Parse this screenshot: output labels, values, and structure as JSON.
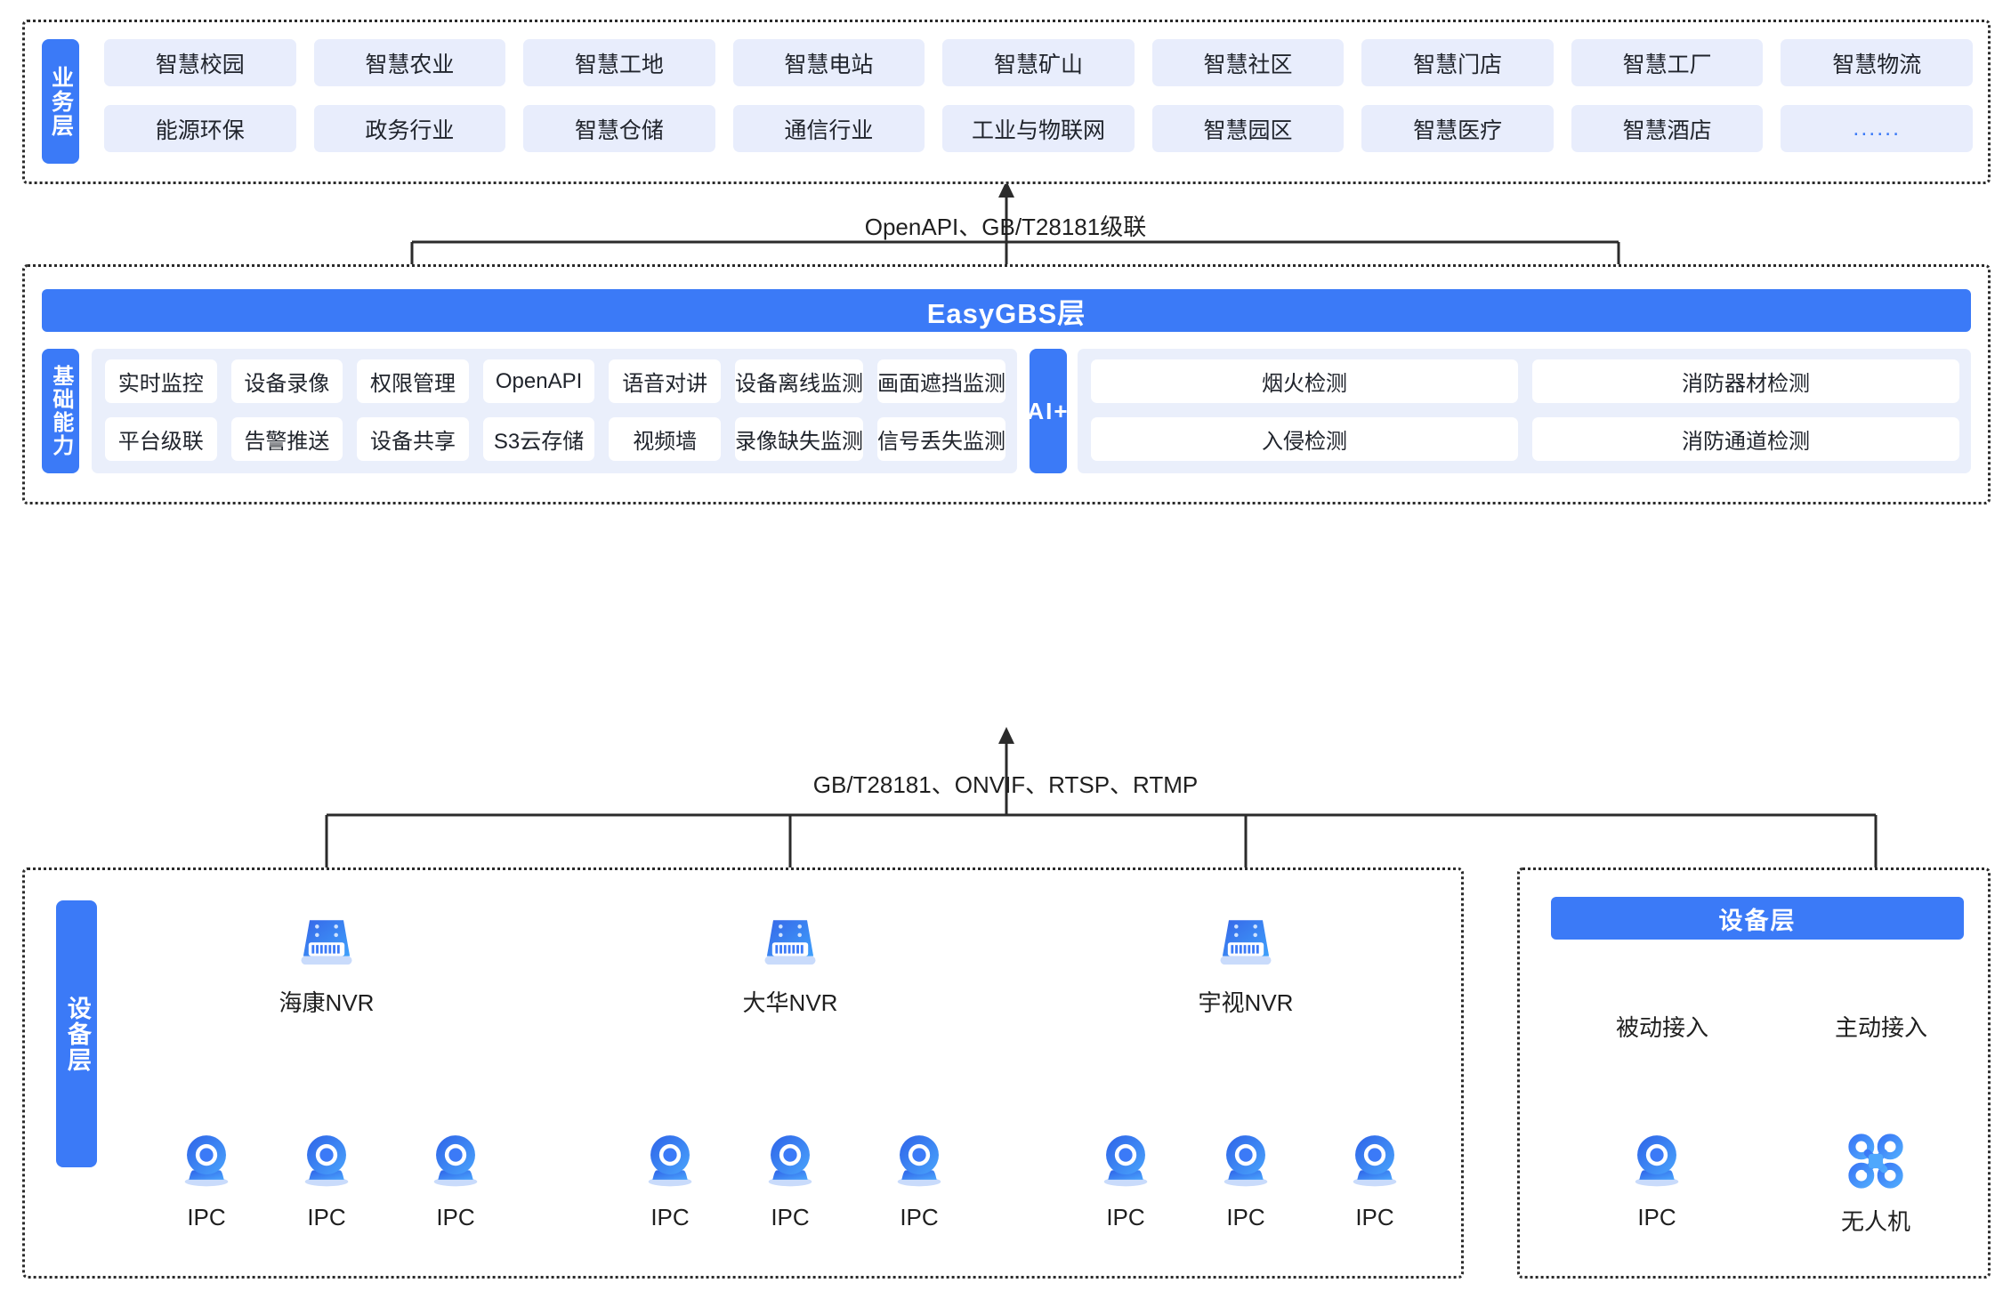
{
  "business_layer": {
    "side_label": "业务层",
    "items": [
      "智慧校园",
      "智慧农业",
      "智慧工地",
      "智慧电站",
      "智慧矿山",
      "智慧社区",
      "智慧门店",
      "智慧工厂",
      "智慧物流",
      "能源环保",
      "政务行业",
      "智慧仓储",
      "通信行业",
      "工业与物联网",
      "智慧园区",
      "智慧医疗",
      "智慧酒店",
      "......"
    ]
  },
  "connector_top": {
    "label": "OpenAPI、GB/T28181级联"
  },
  "gbs_layer": {
    "title": "EasyGBS层",
    "capability_side_label": "基础能力",
    "capabilities": [
      "实时监控",
      "设备录像",
      "权限管理",
      "OpenAPI",
      "语音对讲",
      "设备离线监测",
      "画面遮挡监测",
      "平台级联",
      "告警推送",
      "设备共享",
      "S3云存储",
      "视频墙",
      "录像缺失监测",
      "信号丢失监测"
    ],
    "ai_label": "AI+",
    "ai_items": [
      "烟火检测",
      "消防器材检测",
      "入侵检测",
      "消防通道检测"
    ]
  },
  "connector_bottom": {
    "label": "GB/T28181、ONVIF、RTSP、RTMP"
  },
  "device_layer": {
    "side_label": "设备层",
    "nvr_groups": [
      {
        "nvr_label": "海康NVR",
        "icon": "nvr-icon",
        "cameras": [
          "IPC",
          "IPC",
          "IPC"
        ],
        "camera_icon": "ipc-camera-icon"
      },
      {
        "nvr_label": "大华NVR",
        "icon": "nvr-icon",
        "cameras": [
          "IPC",
          "IPC",
          "IPC"
        ],
        "camera_icon": "ipc-camera-icon"
      },
      {
        "nvr_label": "宇视NVR",
        "icon": "nvr-icon",
        "cameras": [
          "IPC",
          "IPC",
          "IPC"
        ],
        "camera_icon": "ipc-camera-icon"
      }
    ]
  },
  "device_layer_direct": {
    "title": "设备层",
    "branches": [
      {
        "access_label": "被动接入",
        "device_label": "IPC",
        "icon": "ipc-camera-icon"
      },
      {
        "access_label": "主动接入",
        "device_label": "无人机",
        "icon": "drone-icon"
      }
    ]
  },
  "colors": {
    "accent_blue": "#3B7AF7",
    "pill_bg": "#E8EDFC",
    "panel_bg": "#EAEFFB",
    "card_bg": "#FFFFFF",
    "line": "#2B2B2B",
    "text": "#1F1F1F"
  }
}
